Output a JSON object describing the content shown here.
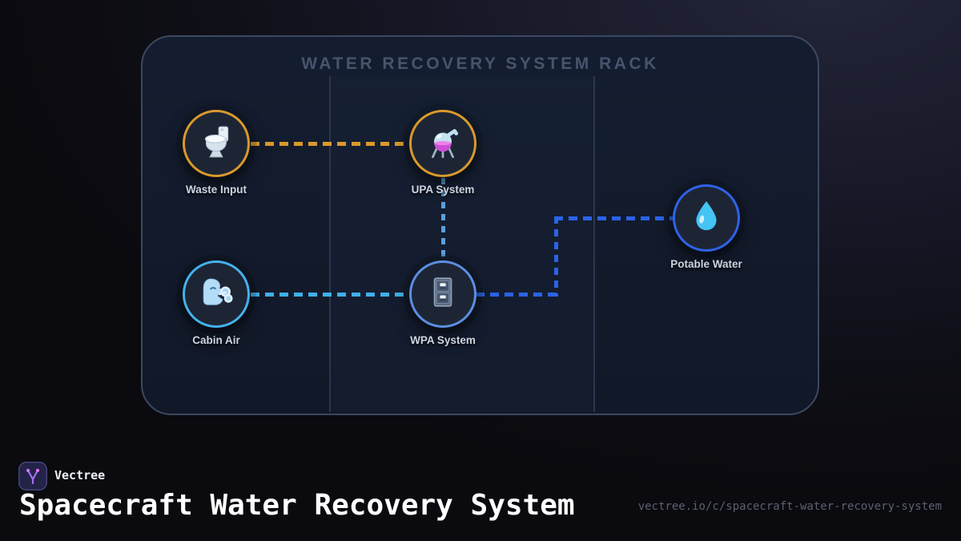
{
  "rack": {
    "title": "WATER RECOVERY SYSTEM RACK"
  },
  "nodes": [
    {
      "label": "Waste Input",
      "icon": "toilet-icon",
      "accent": "#d9992b"
    },
    {
      "label": "UPA System",
      "icon": "alembic-icon",
      "accent": "#d9992b"
    },
    {
      "label": "Cabin Air",
      "icon": "wind-face-icon",
      "accent": "#45b1ea"
    },
    {
      "label": "WPA System",
      "icon": "file-cabinet-icon",
      "accent": "#5b8fe0"
    },
    {
      "label": "Potable Water",
      "icon": "droplet-icon",
      "accent": "#2f62e8"
    }
  ],
  "edges": [
    {
      "from": "Waste Input",
      "to": "UPA System",
      "style": "dashed",
      "color": "#d9992b"
    },
    {
      "from": "UPA System",
      "to": "WPA System",
      "style": "dashed",
      "color": "#5b9fdd"
    },
    {
      "from": "Cabin Air",
      "to": "WPA System",
      "style": "dashed",
      "color": "#3fb0ea"
    },
    {
      "from": "WPA System",
      "to": "Potable Water",
      "style": "dashed",
      "color": "#2b63e8"
    }
  ],
  "footer": {
    "brand": "Vectree",
    "page_title": "Spacecraft Water Recovery System",
    "url": "vectree.io/c/spacecraft-water-recovery-system"
  }
}
